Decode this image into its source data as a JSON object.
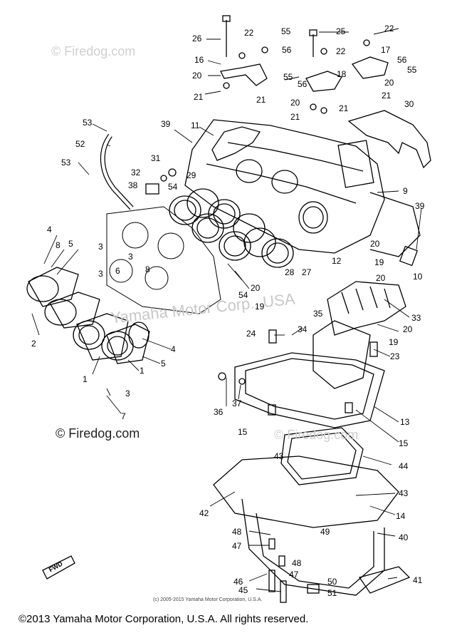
{
  "diagram": {
    "watermark_site": "© Firedog.com",
    "watermark_company": "Yamaha Motor Corp., USA",
    "small_copyright": "(c) 2005-2015 Yamaha Motor Corporation, U.S.A.",
    "fwd_label": "FWD",
    "footer": "©2013 Yamaha Motor Corporation, U.S.A. All rights reserved.",
    "callouts": [
      "1",
      "2",
      "3",
      "4",
      "5",
      "6",
      "7",
      "8",
      "9",
      "10",
      "11",
      "12",
      "13",
      "14",
      "15",
      "16",
      "17",
      "18",
      "19",
      "20",
      "21",
      "22",
      "23",
      "24",
      "25",
      "26",
      "27",
      "28",
      "29",
      "30",
      "31",
      "32",
      "33",
      "34",
      "35",
      "36",
      "37",
      "38",
      "39",
      "40",
      "41",
      "42",
      "43",
      "44",
      "45",
      "46",
      "47",
      "48",
      "49",
      "50",
      "51",
      "52",
      "53",
      "54",
      "55",
      "56"
    ]
  }
}
